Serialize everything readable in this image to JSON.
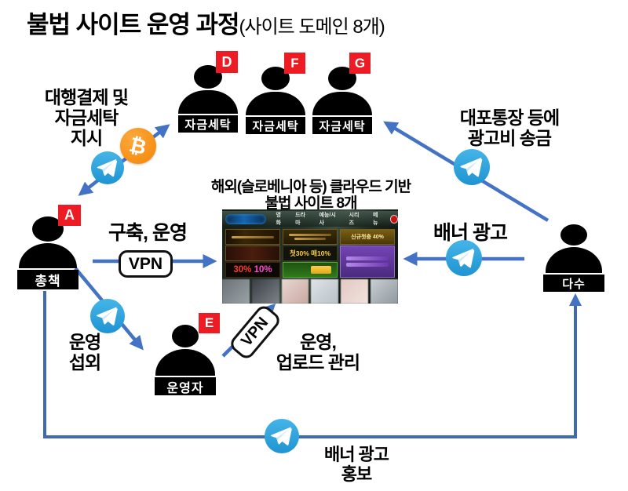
{
  "title": {
    "main": "불법 사이트 운영 과정",
    "sub": "(사이트 도메인 8개)"
  },
  "colors": {
    "arrow": "#4472c4",
    "badge_red": "#ed1c24",
    "telegram_blue": "#34aadf",
    "bitcoin_orange": "#f7931a"
  },
  "persons": {
    "launderer_d": {
      "badge": "D",
      "label": "자금세탁"
    },
    "launderer_f": {
      "badge": "F",
      "label": "자금세탁"
    },
    "launderer_g": {
      "badge": "G",
      "label": "자금세탁"
    },
    "boss": {
      "badge": "A",
      "label": "총책"
    },
    "operator": {
      "badge": "E",
      "label": "운영자"
    },
    "advertiser": {
      "label": "다수"
    }
  },
  "labels": {
    "laundering_order": "대행결제 및\n자금세탁\n지시",
    "build_operate": "구축, 운영",
    "vpn1": "VPN",
    "vpn2": "VPN",
    "cloud_caption": "해외(슬로베니아 등) 클라우드 기반\n불법 사이트 8개",
    "banner_ad": "배너 광고",
    "ad_fee_transfer": "대포통장 등에\n광고비 송금",
    "recruit": "운영\n섭외",
    "operate_upload": "운영,\n업로드 관리",
    "banner_promo": "배너 광고\n홍보"
  },
  "site_preview": {
    "nav": [
      "영화",
      "드라마",
      "예능/시사",
      "시리즈",
      "메뉴"
    ],
    "banner_top_right": "신규첫충 40%",
    "banner_mid": "첫30% 매10%",
    "banner_big_left1": "30%",
    "banner_big_left2": "10%"
  }
}
